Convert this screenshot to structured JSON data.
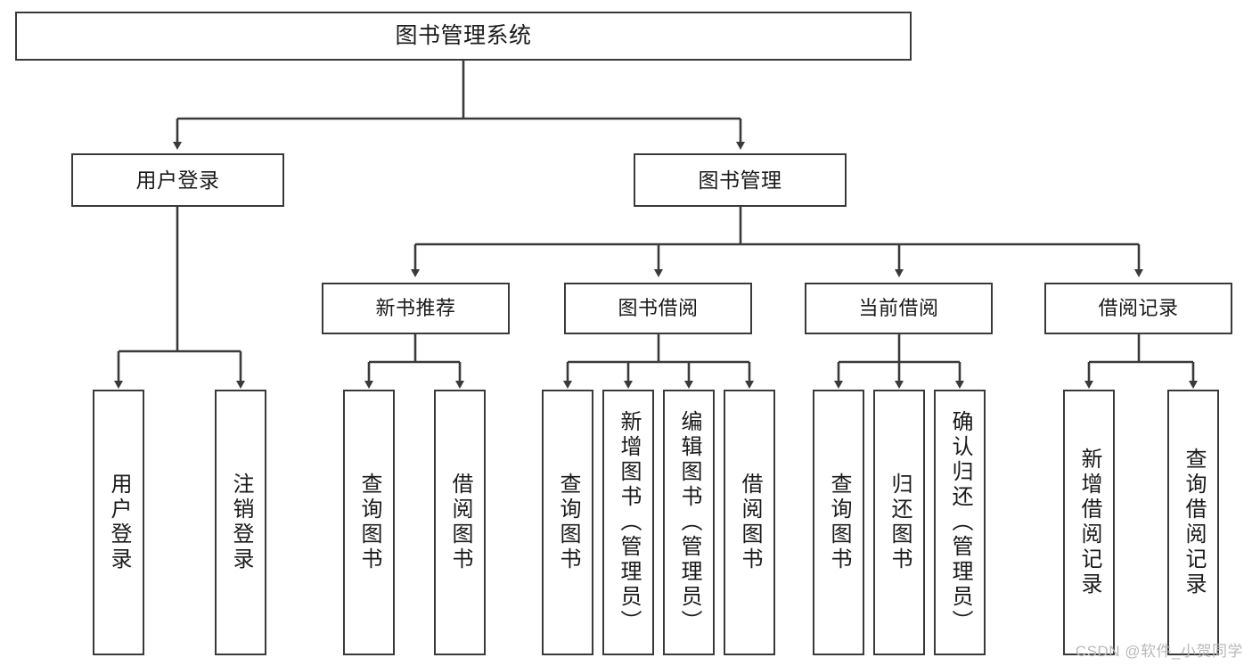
{
  "diagram": {
    "title": "图书管理系统",
    "type": "tree-hierarchy-chart",
    "root": {
      "id": "root",
      "label": "图书管理系统"
    },
    "level1": [
      {
        "id": "user-login",
        "label": "用户登录"
      },
      {
        "id": "book-manage",
        "label": "图书管理"
      }
    ],
    "level2": [
      {
        "id": "new-book-recommend",
        "label": "新书推荐",
        "parent": "book-manage"
      },
      {
        "id": "book-borrow",
        "label": "图书借阅",
        "parent": "book-manage"
      },
      {
        "id": "current-borrow",
        "label": "当前借阅",
        "parent": "book-manage"
      },
      {
        "id": "borrow-record",
        "label": "借阅记录",
        "parent": "book-manage"
      }
    ],
    "leaves": [
      {
        "id": "leaf-user-login",
        "label": "用户登录",
        "parent": "user-login"
      },
      {
        "id": "leaf-user-logout",
        "label": "注销登录",
        "parent": "user-login"
      },
      {
        "id": "leaf-query-book-1",
        "label": "查询图书",
        "parent": "new-book-recommend"
      },
      {
        "id": "leaf-borrow-book-1",
        "label": "借阅图书",
        "parent": "new-book-recommend"
      },
      {
        "id": "leaf-query-book-2",
        "label": "查询图书",
        "parent": "book-borrow"
      },
      {
        "id": "leaf-add-book",
        "label": "新增图书（管理员）",
        "parent": "book-borrow"
      },
      {
        "id": "leaf-edit-book",
        "label": "编辑图书（管理员）",
        "parent": "book-borrow"
      },
      {
        "id": "leaf-borrow-book-2",
        "label": "借阅图书",
        "parent": "book-borrow"
      },
      {
        "id": "leaf-query-book-3",
        "label": "查询图书",
        "parent": "current-borrow"
      },
      {
        "id": "leaf-return-book",
        "label": "归还图书",
        "parent": "current-borrow"
      },
      {
        "id": "leaf-confirm-return",
        "label": "确认归还（管理员）",
        "parent": "current-borrow"
      },
      {
        "id": "leaf-add-record",
        "label": "新增借阅记录",
        "parent": "borrow-record"
      },
      {
        "id": "leaf-query-record",
        "label": "查询借阅记录",
        "parent": "borrow-record"
      }
    ]
  },
  "watermark": {
    "text": "CSDN @软件_小贺同学"
  },
  "colors": {
    "background": "#ffffff",
    "box_border": "#3a3a3a",
    "box_fill": "#ffffff",
    "text": "#1a1a1a",
    "connector": "#3a3a3a",
    "watermark": "#b9b9b9"
  }
}
